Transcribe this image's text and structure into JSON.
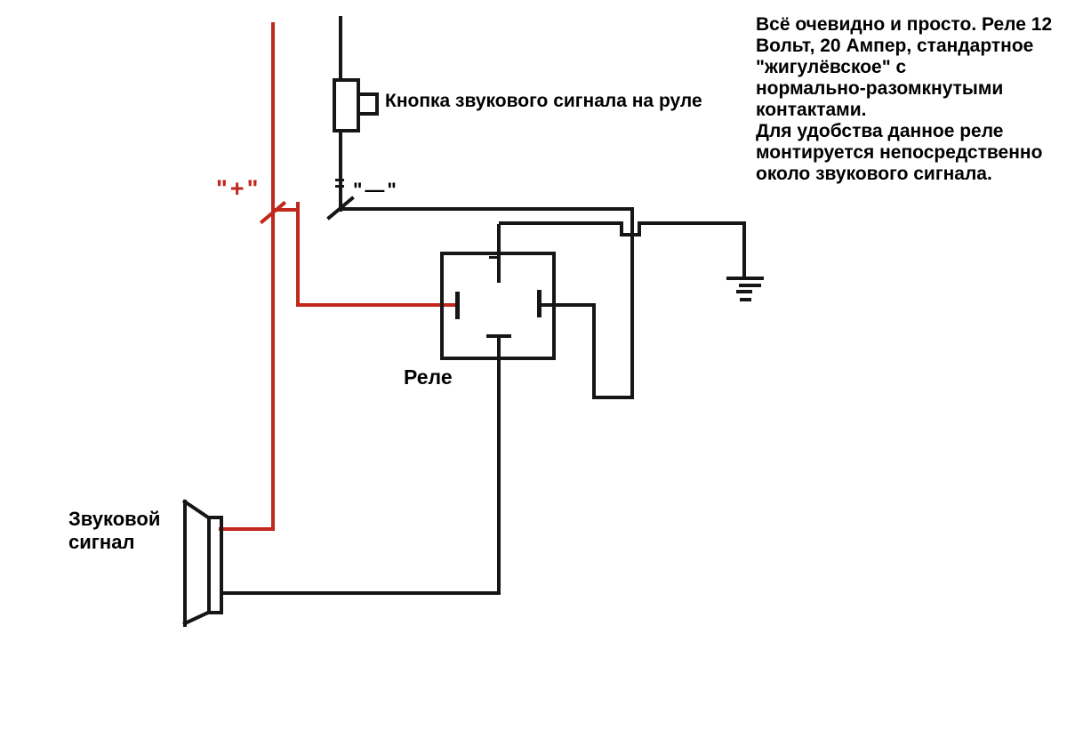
{
  "note": {
    "lines": [
      "Всё очевидно и просто. Реле 12",
      "Вольт, 20 Ампер, стандартное",
      "\"жигулёвское\" с",
      "нормально-разомкнутыми",
      "контактами.",
      "Для удобства данное реле",
      "монтируется непосредственно",
      "около звукового сигнала."
    ]
  },
  "labels": {
    "button": "Кнопка звукового сигнала на руле",
    "relay": "Реле",
    "horn_lines": [
      "Звуковой",
      "сигнал"
    ],
    "plus": "\"+\"",
    "minus": "\"—\""
  },
  "colors": {
    "wire": "#161616",
    "power_wire": "#c1271b",
    "background": "#ffffff",
    "text": "#000000"
  }
}
